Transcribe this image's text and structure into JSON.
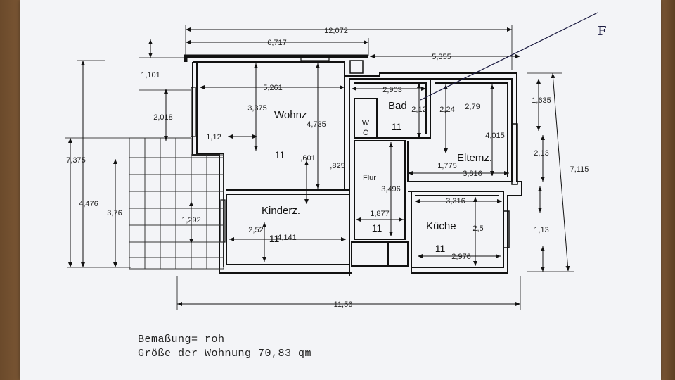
{
  "rooms": {
    "wohnz": "Wohnz",
    "bad": "Bad",
    "wc_w": "W",
    "wc_c": "C",
    "flur": "Flur",
    "eltemz": "Eltemz.",
    "kinderz": "Kinderz.",
    "kueche": "Küche"
  },
  "room_numbers": {
    "wohnz": "11",
    "bad": "11",
    "flur": "11",
    "kinderz": "11",
    "kueche": "11"
  },
  "dimensions": {
    "top_total": "12,072",
    "top_left": "6,717",
    "top_right": "5,355",
    "bottom_total": "11,56",
    "left_total": "7,375",
    "left_lower": "4,476",
    "left_terrace": "3,76",
    "right_total": "7,115",
    "right_upper": "1,635",
    "right_middle": "2,13",
    "right_lower": "1,13",
    "wohnz_width": "5,261",
    "wohnz_depth": "4,735",
    "wohnz_inner": "3,375",
    "wohnz_step": "1,12",
    "wohnz_door": ",601",
    "wohnz_gap": ",825",
    "left_offset": "1,101",
    "left_step": "2,018",
    "terrace_small": "1,292",
    "bad_width": "2,903",
    "bad_depth": "2,12",
    "eltemz_depth_small": "2,24",
    "eltemz_width_top": "2,79",
    "eltemz_depth": "4,015",
    "eltemz_small": "1,775",
    "eltemz_width": "3,816",
    "flur_depth": "3,496",
    "flur_width": "1,877",
    "kueche_width_top": "3,316",
    "kueche_depth": "2,5",
    "kueche_width": "2,976",
    "kinderz_depth": "2,52",
    "kinderz_width": "4,141"
  },
  "annotation_mark": "F",
  "notes": {
    "line1": "Bemaßung= roh",
    "line2": "Größe der Wohnung 70,83 qm"
  }
}
